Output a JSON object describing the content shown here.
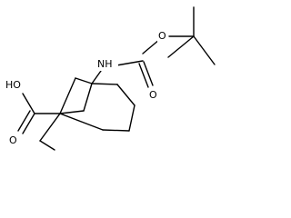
{
  "molecule": {
    "atom_labels": {
      "hydroxyl": "HO",
      "carbonyl_oxygen_acid": "O",
      "amine": "NH",
      "carbonyl_oxygen_carbamate": "O",
      "ester_oxygen": "O"
    },
    "colors": {
      "bond": "#000000",
      "label": "#000000",
      "background": "#ffffff"
    }
  }
}
